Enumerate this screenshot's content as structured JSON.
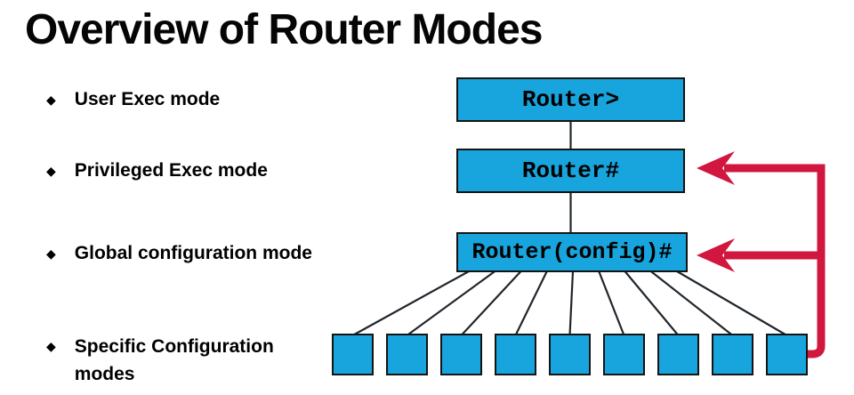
{
  "title": "Overview of Router Modes",
  "glyphs": {
    "bullet": "◆"
  },
  "bullets": [
    {
      "label": "User Exec mode"
    },
    {
      "label": "Privileged Exec mode"
    },
    {
      "label": "Global configuration mode"
    },
    {
      "label": "Specific Configuration modes"
    }
  ],
  "nodes": {
    "user_exec_prompt": "Router>",
    "privileged_exec_prompt": "Router#",
    "global_config_prompt": "Router(config)#"
  },
  "specific_modes": {
    "box_count": 9
  },
  "colors": {
    "box_fill": "#18A4DC",
    "box_border": "#141414",
    "connector": "#20262c",
    "return_arrow": "#D1173F",
    "text": "#000000",
    "background": "#ffffff"
  }
}
